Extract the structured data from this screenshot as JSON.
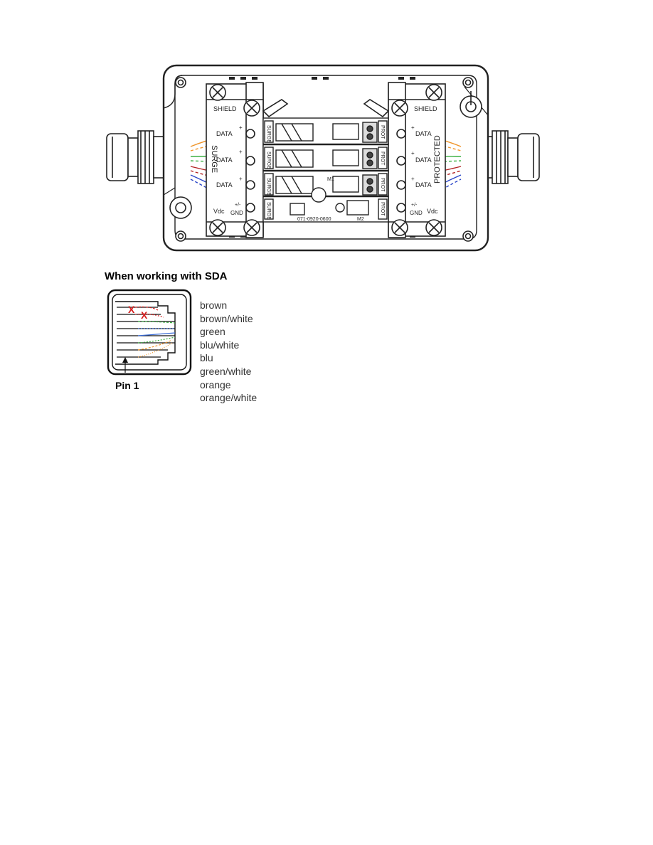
{
  "diagram": {
    "left_labels": {
      "shield": "SHIELD",
      "data1": "DATA",
      "data2": "DATA",
      "data3": "DATA",
      "vdc": "Vdc",
      "gnd": "GND",
      "plusminus": "+/-",
      "surge": "SURGE"
    },
    "right_labels": {
      "shield": "SHIELD",
      "data1": "DATA",
      "data2": "DATA",
      "data3": "DATA",
      "vdc": "Vdc",
      "gnd": "GND",
      "plusminus": "+/-",
      "protected": "PROTECTED"
    },
    "board_marks": {
      "surge": "SURGE",
      "prot": "PROT",
      "part_number": "071-0920-0600",
      "m1": "M1",
      "m2": "M2"
    },
    "wire_colors": {
      "orange": "#f0962c",
      "green": "#3cb043",
      "red": "#b22222",
      "blue": "#2a45c8",
      "outline": "#222222"
    }
  },
  "section": {
    "title": "When working with SDA"
  },
  "jack": {
    "pin_label": "Pin 1",
    "crossed_marks": [
      "X",
      "X"
    ],
    "mark_color": "#d62020"
  },
  "wires": [
    "brown",
    "brown/white",
    "green",
    "blu/white",
    "blu",
    "green/white",
    "orange",
    "orange/white"
  ]
}
